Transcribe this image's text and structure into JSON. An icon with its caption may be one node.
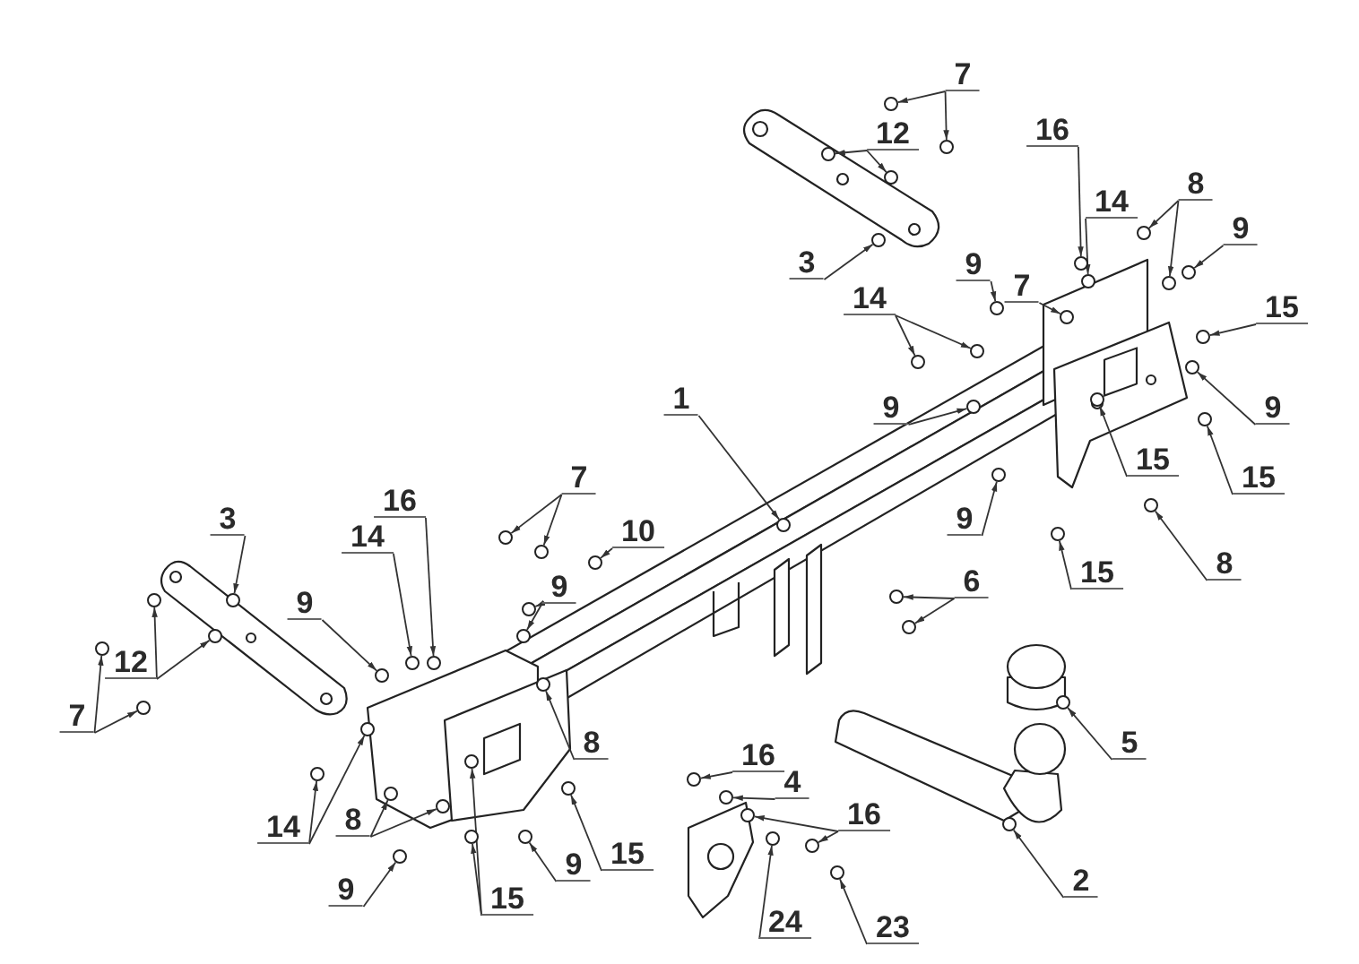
{
  "diagram": {
    "nodes": [
      {
        "text": [
          "7"
        ]
      },
      {
        "text": [
          "12"
        ]
      },
      {
        "text": [
          "16"
        ]
      },
      {
        "text": [
          "8"
        ]
      },
      {
        "text": [
          "14"
        ]
      },
      {
        "text": [
          "9"
        ]
      },
      {
        "text": [
          "3"
        ]
      },
      {
        "text": [
          "9"
        ]
      },
      {
        "text": [
          "7"
        ]
      },
      {
        "text": [
          "14"
        ]
      },
      {
        "text": [
          "15"
        ]
      },
      {
        "text": [
          "1"
        ]
      },
      {
        "text": [
          "9"
        ]
      },
      {
        "text": [
          "9"
        ]
      },
      {
        "text": [
          "15"
        ]
      },
      {
        "text": [
          "15"
        ]
      },
      {
        "text": [
          "7"
        ]
      },
      {
        "text": [
          "16"
        ]
      },
      {
        "text": [
          "3"
        ]
      },
      {
        "text": [
          "9"
        ]
      },
      {
        "text": [
          "14"
        ]
      },
      {
        "text": [
          "10"
        ]
      },
      {
        "text": [
          "8"
        ]
      },
      {
        "text": [
          "15"
        ]
      },
      {
        "text": [
          "6"
        ]
      },
      {
        "text": [
          "9"
        ]
      },
      {
        "text": [
          "9"
        ]
      },
      {
        "text": [
          "12"
        ]
      },
      {
        "text": [
          "7"
        ]
      },
      {
        "text": [
          "8"
        ]
      },
      {
        "text": [
          "5"
        ]
      },
      {
        "text": [
          "16"
        ]
      },
      {
        "text": [
          "4"
        ]
      },
      {
        "text": [
          "16"
        ]
      },
      {
        "text": [
          "14"
        ]
      },
      {
        "text": [
          "8"
        ]
      },
      {
        "text": [
          "15"
        ]
      },
      {
        "text": [
          "9"
        ]
      },
      {
        "text": [
          "2"
        ]
      },
      {
        "text": [
          "9"
        ]
      },
      {
        "text": [
          "15"
        ]
      },
      {
        "text": [
          "24"
        ]
      },
      {
        "text": [
          "23"
        ]
      },
      {
        "text": [],
        "shape": "circle"
      },
      {
        "text": [],
        "shape": "circle"
      },
      {
        "text": [],
        "shape": "circle"
      },
      {
        "text": [],
        "shape": "circle"
      },
      {
        "text": [],
        "shape": "circle"
      },
      {
        "text": [],
        "shape": "circle"
      },
      {
        "text": [],
        "shape": "circle"
      },
      {
        "text": [],
        "shape": "circle"
      },
      {
        "text": [],
        "shape": "circle"
      },
      {
        "text": [],
        "shape": "circle"
      },
      {
        "text": [],
        "shape": "circle"
      },
      {
        "text": [],
        "shape": "circle"
      },
      {
        "text": [],
        "shape": "circle"
      },
      {
        "text": [],
        "shape": "circle"
      },
      {
        "text": [],
        "shape": "circle"
      },
      {
        "text": [],
        "shape": "circle"
      },
      {
        "text": [],
        "shape": "circle"
      },
      {
        "text": [],
        "shape": "circle"
      },
      {
        "text": [],
        "shape": "circle"
      },
      {
        "text": [],
        "shape": "circle"
      },
      {
        "text": [],
        "shape": "circle"
      },
      {
        "text": [],
        "shape": "circle"
      },
      {
        "text": [],
        "shape": "circle"
      },
      {
        "text": [],
        "shape": "circle"
      },
      {
        "text": [],
        "shape": "circle"
      },
      {
        "text": [],
        "shape": "circle"
      },
      {
        "text": [],
        "shape": "circle"
      },
      {
        "text": [],
        "shape": "circle"
      },
      {
        "text": [],
        "shape": "circle"
      },
      {
        "text": [],
        "shape": "circle"
      },
      {
        "text": [],
        "shape": "circle"
      },
      {
        "text": [],
        "shape": "circle"
      },
      {
        "text": [],
        "shape": "circle"
      },
      {
        "text": [],
        "shape": "circle"
      },
      {
        "text": [],
        "shape": "circle"
      },
      {
        "text": [],
        "shape": "circle"
      },
      {
        "text": [],
        "shape": "circle"
      },
      {
        "text": [],
        "shape": "circle"
      },
      {
        "text": [],
        "shape": "circle"
      },
      {
        "text": [],
        "shape": "circle"
      },
      {
        "text": [],
        "shape": "circle"
      },
      {
        "text": [],
        "shape": "circle"
      },
      {
        "text": [],
        "shape": "circle"
      },
      {
        "text": [],
        "shape": "circle"
      },
      {
        "text": [],
        "shape": "circle"
      },
      {
        "text": [],
        "shape": "circle"
      },
      {
        "text": [],
        "shape": "circle"
      },
      {
        "text": [],
        "shape": "circle"
      },
      {
        "text": [],
        "shape": "circle"
      },
      {
        "text": [],
        "shape": "circle"
      },
      {
        "text": [],
        "shape": "circle"
      },
      {
        "text": [],
        "shape": "circle"
      },
      {
        "text": [],
        "shape": "circle"
      },
      {
        "text": [],
        "shape": "circle"
      },
      {
        "text": [],
        "shape": "circle"
      },
      {
        "text": [],
        "shape": "circle"
      }
    ],
    "edges": [
      {
        "from": 0,
        "to": 43,
        "arrow": "to"
      },
      {
        "from": 0,
        "to": 44,
        "arrow": "to"
      },
      {
        "from": 1,
        "to": 45,
        "arrow": "to"
      },
      {
        "from": 1,
        "to": 46,
        "arrow": "to"
      },
      {
        "from": 2,
        "to": 47,
        "arrow": "to"
      },
      {
        "from": 3,
        "to": 48,
        "arrow": "to"
      },
      {
        "from": 3,
        "to": 49,
        "arrow": "to"
      },
      {
        "from": 4,
        "to": 50,
        "arrow": "to"
      },
      {
        "from": 5,
        "to": 51,
        "arrow": "to"
      },
      {
        "from": 6,
        "to": 52,
        "arrow": "to"
      },
      {
        "from": 7,
        "to": 53,
        "arrow": "to"
      },
      {
        "from": 8,
        "to": 54,
        "arrow": "to"
      },
      {
        "from": 9,
        "to": 55,
        "arrow": "to"
      },
      {
        "from": 9,
        "to": 56,
        "arrow": "to"
      },
      {
        "from": 10,
        "to": 57,
        "arrow": "to"
      },
      {
        "from": 11,
        "to": 58,
        "arrow": "to"
      },
      {
        "from": 12,
        "to": 59,
        "arrow": "to"
      },
      {
        "from": 13,
        "to": 60,
        "arrow": "to"
      },
      {
        "from": 14,
        "to": 61,
        "arrow": "to"
      },
      {
        "from": 15,
        "to": 62,
        "arrow": "to"
      },
      {
        "from": 16,
        "to": 63,
        "arrow": "to"
      },
      {
        "from": 16,
        "to": 64,
        "arrow": "to"
      },
      {
        "from": 17,
        "to": 65,
        "arrow": "to"
      },
      {
        "from": 18,
        "to": 66,
        "arrow": "to"
      },
      {
        "from": 19,
        "to": 67,
        "arrow": "to"
      },
      {
        "from": 20,
        "to": 68,
        "arrow": "to"
      },
      {
        "from": 21,
        "to": 69,
        "arrow": "to"
      },
      {
        "from": 22,
        "to": 70,
        "arrow": "to"
      },
      {
        "from": 23,
        "to": 71,
        "arrow": "to"
      },
      {
        "from": 24,
        "to": 72,
        "arrow": "to"
      },
      {
        "from": 24,
        "to": 73,
        "arrow": "to"
      },
      {
        "from": 25,
        "to": 74,
        "arrow": "to"
      },
      {
        "from": 25,
        "to": 75,
        "arrow": "to"
      },
      {
        "from": 26,
        "to": 76,
        "arrow": "to"
      },
      {
        "from": 27,
        "to": 77,
        "arrow": "to"
      },
      {
        "from": 27,
        "to": 78,
        "arrow": "to"
      },
      {
        "from": 28,
        "to": 79,
        "arrow": "to"
      },
      {
        "from": 28,
        "to": 80,
        "arrow": "to"
      },
      {
        "from": 29,
        "to": 81,
        "arrow": "to"
      },
      {
        "from": 30,
        "to": 82,
        "arrow": "to"
      },
      {
        "from": 31,
        "to": 83,
        "arrow": "to"
      },
      {
        "from": 32,
        "to": 84,
        "arrow": "to"
      },
      {
        "from": 33,
        "to": 85,
        "arrow": "to"
      },
      {
        "from": 33,
        "to": 86,
        "arrow": "to"
      },
      {
        "from": 34,
        "to": 87,
        "arrow": "to"
      },
      {
        "from": 34,
        "to": 88,
        "arrow": "to"
      },
      {
        "from": 35,
        "to": 89,
        "arrow": "to"
      },
      {
        "from": 35,
        "to": 90,
        "arrow": "to"
      },
      {
        "from": 36,
        "to": 91,
        "arrow": "to"
      },
      {
        "from": 37,
        "to": 92,
        "arrow": "to"
      },
      {
        "from": 38,
        "to": 93,
        "arrow": "to"
      },
      {
        "from": 39,
        "to": 94,
        "arrow": "to"
      },
      {
        "from": 40,
        "to": 95,
        "arrow": "to"
      },
      {
        "from": 40,
        "to": 96,
        "arrow": "to"
      },
      {
        "from": 41,
        "to": 97,
        "arrow": "to"
      },
      {
        "from": 42,
        "to": 98,
        "arrow": "to"
      }
    ]
  }
}
